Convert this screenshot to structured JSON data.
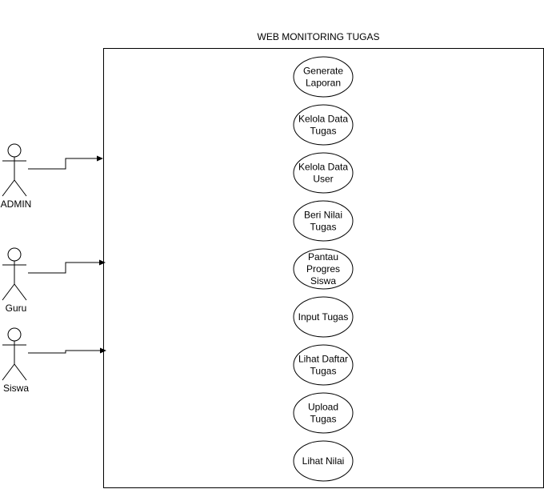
{
  "system": {
    "title": "WEB MONITORING TUGAS"
  },
  "actors": [
    {
      "id": "admin",
      "label": "ADMIN"
    },
    {
      "id": "guru",
      "label": "Guru"
    },
    {
      "id": "siswa",
      "label": "Siswa"
    }
  ],
  "use_cases": [
    {
      "id": "generate-laporan",
      "lines": [
        "Generate",
        "Laporan"
      ]
    },
    {
      "id": "kelola-data-tugas",
      "lines": [
        "Kelola Data",
        "Tugas"
      ]
    },
    {
      "id": "kelola-data-user",
      "lines": [
        "Kelola Data",
        "User"
      ]
    },
    {
      "id": "beri-nilai-tugas",
      "lines": [
        "Beri Nilai",
        "Tugas"
      ]
    },
    {
      "id": "pantau-progres-siswa",
      "lines": [
        "Pantau",
        "Progres",
        "Siswa"
      ]
    },
    {
      "id": "input-tugas",
      "lines": [
        "Input Tugas"
      ]
    },
    {
      "id": "lihat-daftar-tugas",
      "lines": [
        "Lihat Daftar",
        "Tugas"
      ]
    },
    {
      "id": "upload-tugas",
      "lines": [
        "Upload",
        "Tugas"
      ]
    },
    {
      "id": "lihat-nilai",
      "lines": [
        "Lihat Nilai"
      ]
    }
  ],
  "connections": [
    {
      "from": "admin",
      "to": "system-boundary"
    },
    {
      "from": "guru",
      "to": "system-boundary"
    },
    {
      "from": "siswa",
      "to": "system-boundary"
    }
  ],
  "colors": {
    "stroke": "#000000",
    "background": "#ffffff"
  }
}
